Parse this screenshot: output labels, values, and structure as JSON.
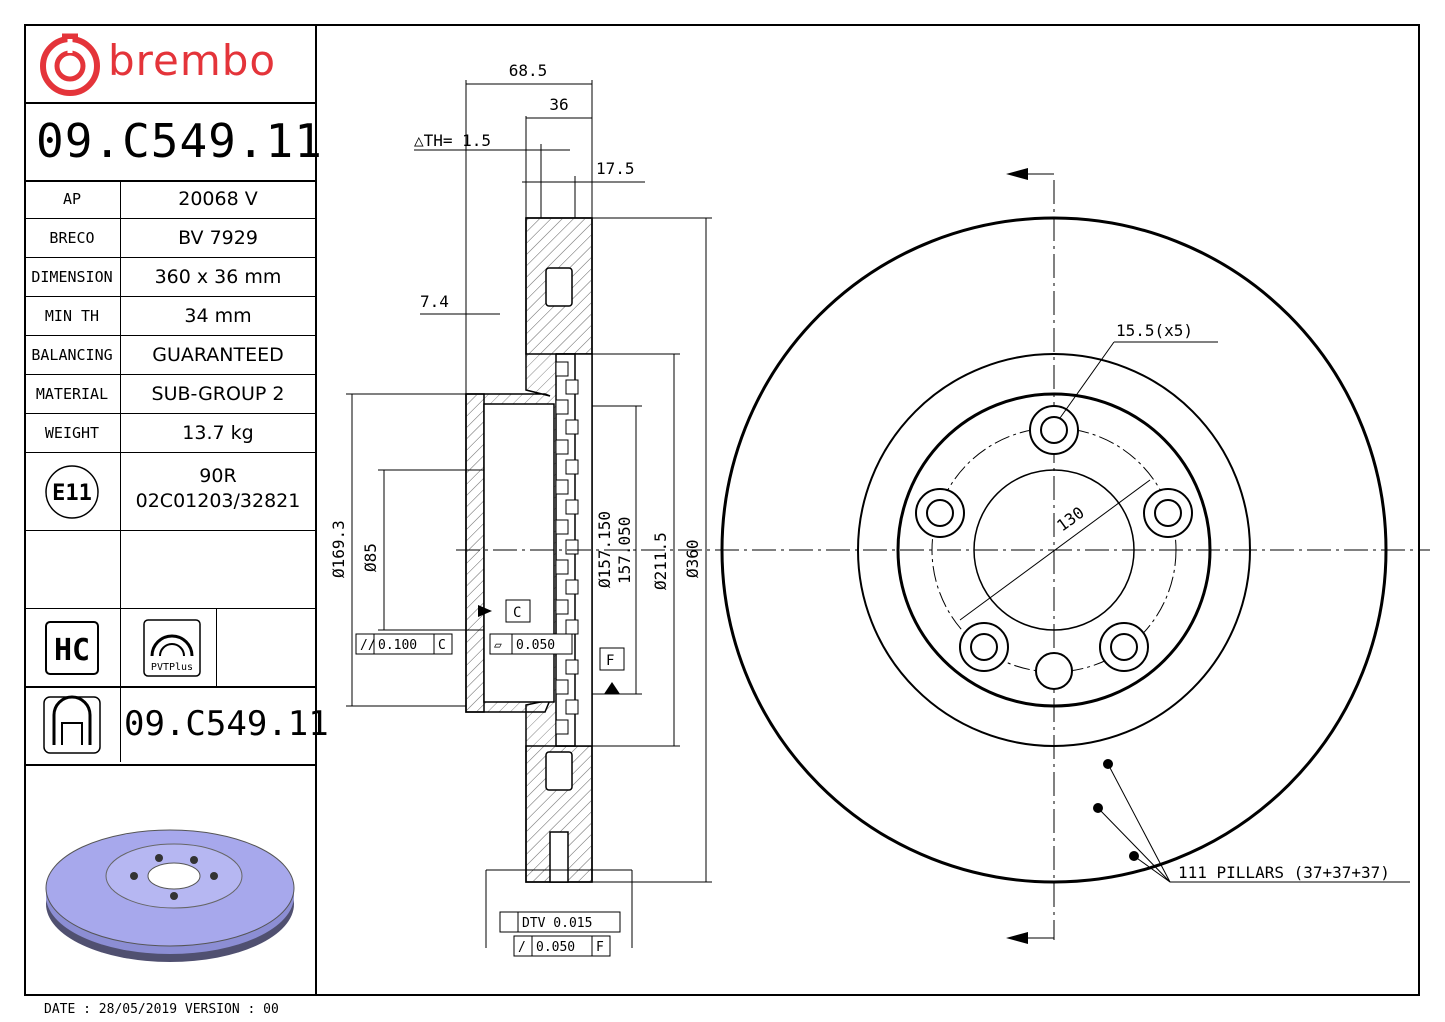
{
  "brand": "brembo",
  "part_number": "09.C549.11",
  "specs": [
    {
      "key": "AP",
      "value": "20068 V"
    },
    {
      "key": "BRECO",
      "value": "BV 7929"
    },
    {
      "key": "DIMENSION",
      "value": "360 x 36 mm"
    },
    {
      "key": "MIN TH",
      "value": "34 mm"
    },
    {
      "key": "BALANCING",
      "value": "GUARANTEED"
    },
    {
      "key": "MATERIAL",
      "value": "SUB-GROUP 2"
    },
    {
      "key": "WEIGHT",
      "value": "13.7 kg"
    }
  ],
  "certification": {
    "mark": "E11",
    "line1": "90R",
    "line2": "02C01203/32821"
  },
  "badges": {
    "hc": "HC",
    "pvt": "PVTPlus"
  },
  "bottom_code": "09.C549.11",
  "footer": "DATE : 28/05/2019 VERSION : 00",
  "dimensions": {
    "overall_width": "68.5",
    "thickness": "36",
    "delta_th": "△TH= 1.5",
    "offset": "17.5",
    "hat_depth": "7.4",
    "d_169": "Ø169.3",
    "d_85": "Ø85",
    "d_157": "Ø157.150",
    "d_157b": "157.050",
    "d_211": "Ø211.5",
    "d_360": "Ø360",
    "runout_tol": "0.100",
    "runout_datum": "C",
    "flat_tol": "0.050",
    "datum_c": "C",
    "datum_f": "F",
    "dtv": "DTV 0.015",
    "parallel": "0.050",
    "parallel_datum": "F",
    "bolt_holes": "15.5(x5)",
    "pcd": "130",
    "pillars": "111 PILLARS (37+37+37)"
  },
  "colors": {
    "brand": "#e4343a",
    "rotor_face": "#a7a8ec"
  }
}
